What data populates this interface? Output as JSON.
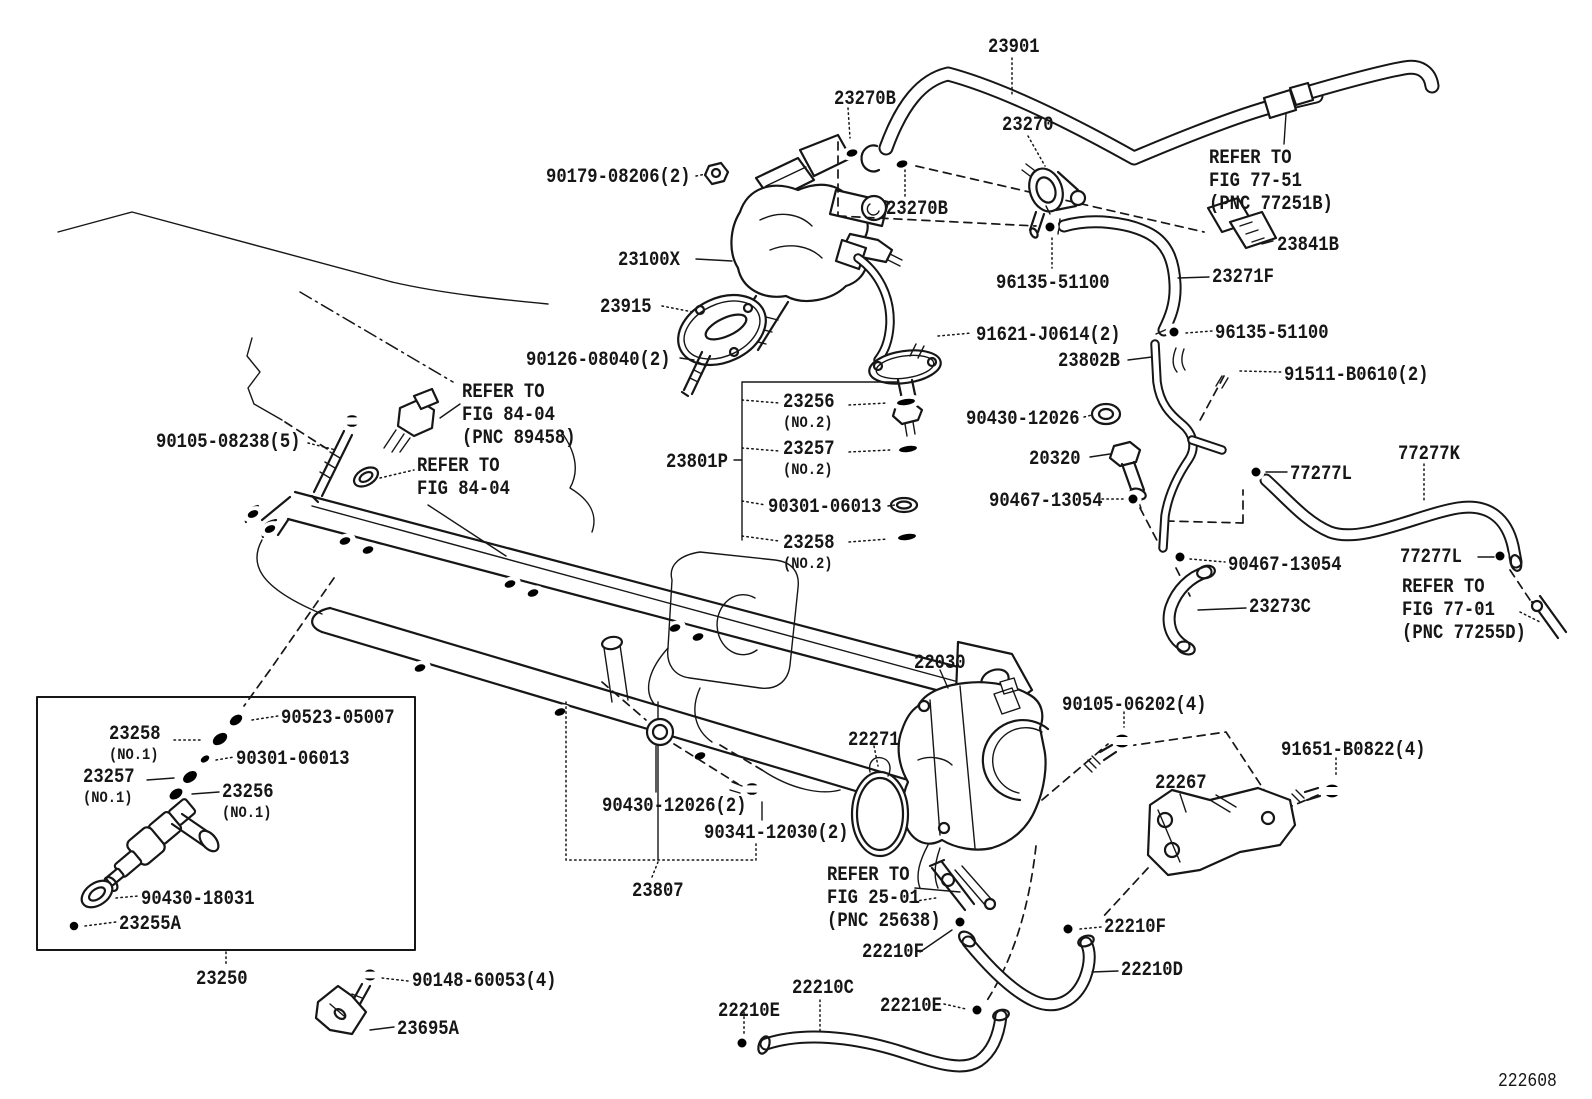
{
  "drawing": {
    "number": "222608"
  },
  "labels": {
    "p23901": {
      "text": "23901"
    },
    "p23270B_a": {
      "text": "23270B"
    },
    "p23270": {
      "text": "23270"
    },
    "ref_fig7751": {
      "text": "REFER TO\nFIG 77-51\n(PNC 77251B)"
    },
    "p90179_08206": {
      "text": "90179-08206(2)"
    },
    "p23270B_b": {
      "text": "23270B"
    },
    "p23841B": {
      "text": "23841B"
    },
    "p23100X": {
      "text": "23100X"
    },
    "p96135_51100_a": {
      "text": "96135-51100"
    },
    "p23271F": {
      "text": "23271F"
    },
    "p23915": {
      "text": "23915"
    },
    "p91621_J0614": {
      "text": "91621-J0614(2)"
    },
    "p96135_51100_b": {
      "text": "96135-51100"
    },
    "p90126_08040": {
      "text": "90126-08040(2)"
    },
    "p23802B": {
      "text": "23802B"
    },
    "p91511_B0610": {
      "text": "91511-B0610(2)"
    },
    "ref_fig8404_a": {
      "text": "REFER TO\nFIG 84-04\n(PNC 89458)"
    },
    "p23256_no2": {
      "text": "23256",
      "sub": "(NO.2)"
    },
    "p90430_12026_a": {
      "text": "90430-12026"
    },
    "p90105_08238": {
      "text": "90105-08238(5)"
    },
    "p23257_no2": {
      "text": "23257",
      "sub": "(NO.2)"
    },
    "p20320": {
      "text": "20320"
    },
    "p77277L_a": {
      "text": "77277L"
    },
    "p77277K": {
      "text": "77277K"
    },
    "ref_fig8404_b": {
      "text": "REFER TO\nFIG 84-04"
    },
    "p23801P": {
      "text": "23801P"
    },
    "p90301_06013_b": {
      "text": "90301-06013"
    },
    "p90467_13054_a": {
      "text": "90467-13054"
    },
    "p23258_no2": {
      "text": "23258",
      "sub": "(NO.2)"
    },
    "p90467_13054_b": {
      "text": "90467-13054"
    },
    "p77277L_b": {
      "text": "77277L"
    },
    "ref_fig7701": {
      "text": "REFER TO\nFIG 77-01\n(PNC 77255D)"
    },
    "p23273C": {
      "text": "23273C"
    },
    "p22030": {
      "text": "22030"
    },
    "p90105_06202": {
      "text": "90105-06202(4)"
    },
    "p90523_05007": {
      "text": "90523-05007"
    },
    "p23258_no1": {
      "text": "23258",
      "sub": "(NO.1)"
    },
    "p22271": {
      "text": "22271"
    },
    "p91651_B0822": {
      "text": "91651-B0822(4)"
    },
    "p90301_06013_a": {
      "text": "90301-06013"
    },
    "p22267": {
      "text": "22267"
    },
    "p23257_no1": {
      "text": "23257",
      "sub": "(NO.1)"
    },
    "p23256_no1": {
      "text": "23256",
      "sub": "(NO.1)"
    },
    "p90430_12026_b": {
      "text": "90430-12026(2)"
    },
    "p90341_12030": {
      "text": "90341-12030(2)"
    },
    "ref_fig2501": {
      "text": "REFER TO\nFIG 25-01\n(PNC 25638)"
    },
    "p90430_18031": {
      "text": "90430-18031"
    },
    "p23807": {
      "text": "23807"
    },
    "p22210F_b": {
      "text": "22210F"
    },
    "p23255A": {
      "text": "23255A"
    },
    "p22210F_a": {
      "text": "22210F"
    },
    "p23250": {
      "text": "23250"
    },
    "p90148_60053": {
      "text": "90148-60053(4)"
    },
    "p22210C": {
      "text": "22210C"
    },
    "p22210D": {
      "text": "22210D"
    },
    "p22210E_a": {
      "text": "22210E"
    },
    "p22210E_b": {
      "text": "22210E"
    },
    "p23695A": {
      "text": "23695A"
    }
  }
}
